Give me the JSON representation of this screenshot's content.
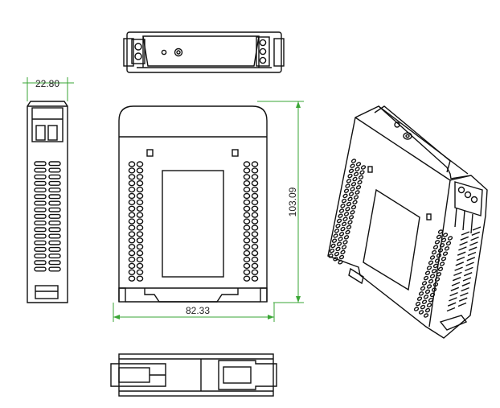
{
  "dimensions": {
    "width": "22.80",
    "height": "103.09",
    "length": "82.33"
  },
  "views": {
    "top": "top-view",
    "side": "side-view",
    "front": "front-view",
    "bottom": "bottom-view",
    "isometric": "isometric-view"
  },
  "colors": {
    "line": "#111111",
    "dimension": "#3aa635",
    "background": "#ffffff"
  }
}
